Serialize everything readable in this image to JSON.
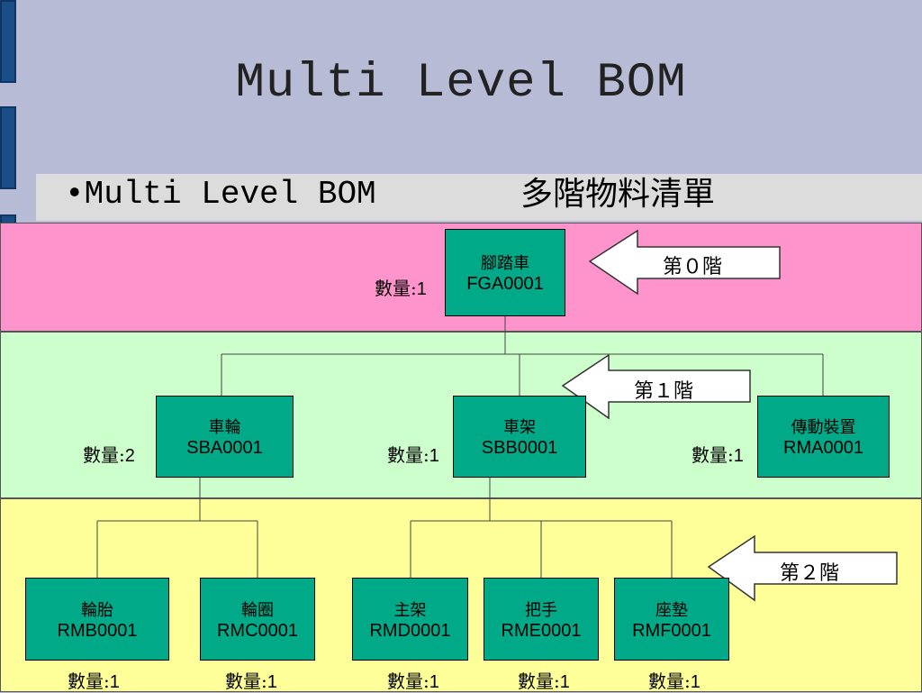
{
  "title": "Multi Level BOM",
  "bullet": {
    "marker": "•",
    "text": "Multi Level BOM",
    "chinese": "多階物料清單"
  },
  "levels": [
    {
      "label": "第０階"
    },
    {
      "label": "第１階"
    },
    {
      "label": "第２階"
    }
  ],
  "qty_label": "數量:",
  "nodes": {
    "root": {
      "name": "腳踏車",
      "code": "FGA0001",
      "qty": "1"
    },
    "wheel": {
      "name": "車輪",
      "code": "SBA0001",
      "qty": "2"
    },
    "frame": {
      "name": "車架",
      "code": "SBB0001",
      "qty": "1"
    },
    "drive": {
      "name": "傳動裝置",
      "code": "RMA0001",
      "qty": "1"
    },
    "tire": {
      "name": "輪胎",
      "code": "RMB0001",
      "qty": "1"
    },
    "rim": {
      "name": "輪圈",
      "code": "RMC0001",
      "qty": "1"
    },
    "mainframe": {
      "name": "主架",
      "code": "RMD0001",
      "qty": "1"
    },
    "handle": {
      "name": "把手",
      "code": "RME0001",
      "qty": "1"
    },
    "seat": {
      "name": "座墊",
      "code": "RMF0001",
      "qty": "1"
    }
  }
}
